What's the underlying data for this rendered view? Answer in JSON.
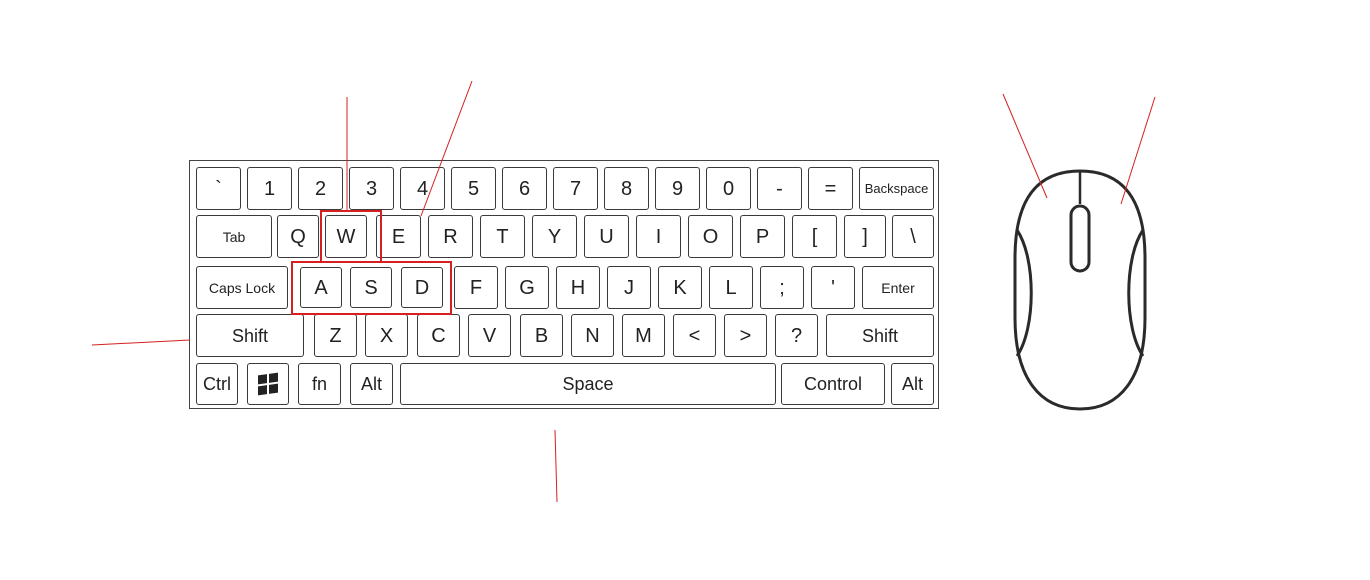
{
  "keyboard": {
    "rows": [
      [
        "`",
        "1",
        "2",
        "3",
        "4",
        "5",
        "6",
        "7",
        "8",
        "9",
        "0",
        "-",
        "=",
        "Backspace"
      ],
      [
        "Tab",
        "Q",
        "W",
        "E",
        "R",
        "T",
        "Y",
        "U",
        "I",
        "O",
        "P",
        "[",
        "]",
        "\\"
      ],
      [
        "Caps Lock",
        "A",
        "S",
        "D",
        "F",
        "G",
        "H",
        "J",
        "K",
        "L",
        ";",
        "'",
        "Enter"
      ],
      [
        "Shift",
        "Z",
        "X",
        "C",
        "V",
        "B",
        "N",
        "M",
        "<",
        ">",
        "?",
        "Shift"
      ],
      [
        "Ctrl",
        "windows",
        "fn",
        "Alt",
        "Space",
        "Control",
        "Alt"
      ]
    ],
    "highlighted_keys": [
      "W",
      "A",
      "S",
      "D"
    ],
    "highlight_color": "#d42020"
  },
  "icons": {
    "windows_key": "windows-logo-icon",
    "mouse": "mouse-icon"
  },
  "colors": {
    "key_outline": "#3a3a3a",
    "callout_lines": "#d42020",
    "background": "#ffffff"
  }
}
